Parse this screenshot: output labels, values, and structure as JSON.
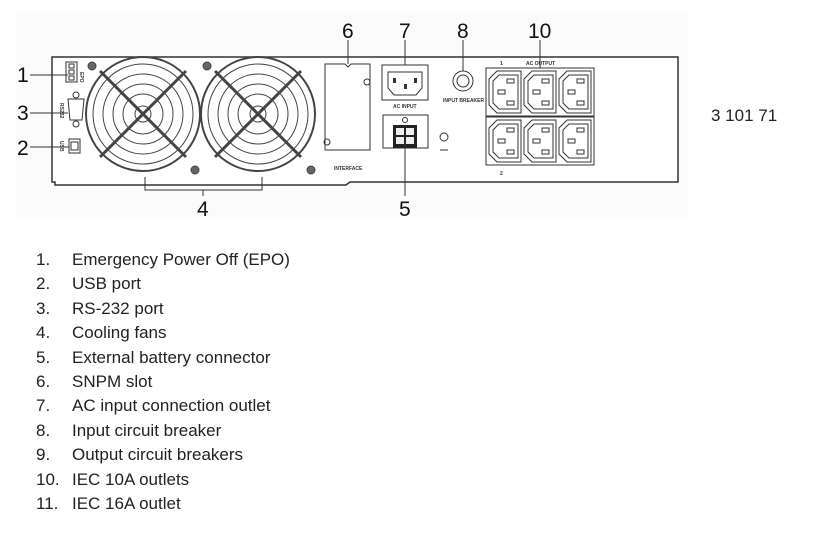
{
  "callouts": [
    "1",
    "2",
    "3",
    "4",
    "5",
    "6",
    "7",
    "8",
    "10"
  ],
  "panel_labels": {
    "epo": "EPO",
    "rs232": "RS232",
    "usb": "USB",
    "interface": "INTERFACE",
    "ac_input": "AC INPUT",
    "input_breaker": "INPUT BREAKER",
    "ac_output": "AC OUTPUT",
    "bank1": "1",
    "bank2": "2"
  },
  "figure_code": "3 101 71",
  "legend": [
    {
      "num": "1.",
      "text": "Emergency Power Off (EPO)"
    },
    {
      "num": "2.",
      "text": "USB port"
    },
    {
      "num": "3.",
      "text": "RS-232 port"
    },
    {
      "num": "4.",
      "text": "Cooling fans"
    },
    {
      "num": "5.",
      "text": "External battery connector"
    },
    {
      "num": "6.",
      "text": "SNPM slot"
    },
    {
      "num": "7.",
      "text": "AC input connection outlet"
    },
    {
      "num": "8.",
      "text": "Input circuit breaker"
    },
    {
      "num": "9.",
      "text": "Output circuit breakers"
    },
    {
      "num": "10.",
      "text": "IEC 10A outlets"
    },
    {
      "num": "11.",
      "text": "IEC 16A outlet"
    }
  ]
}
